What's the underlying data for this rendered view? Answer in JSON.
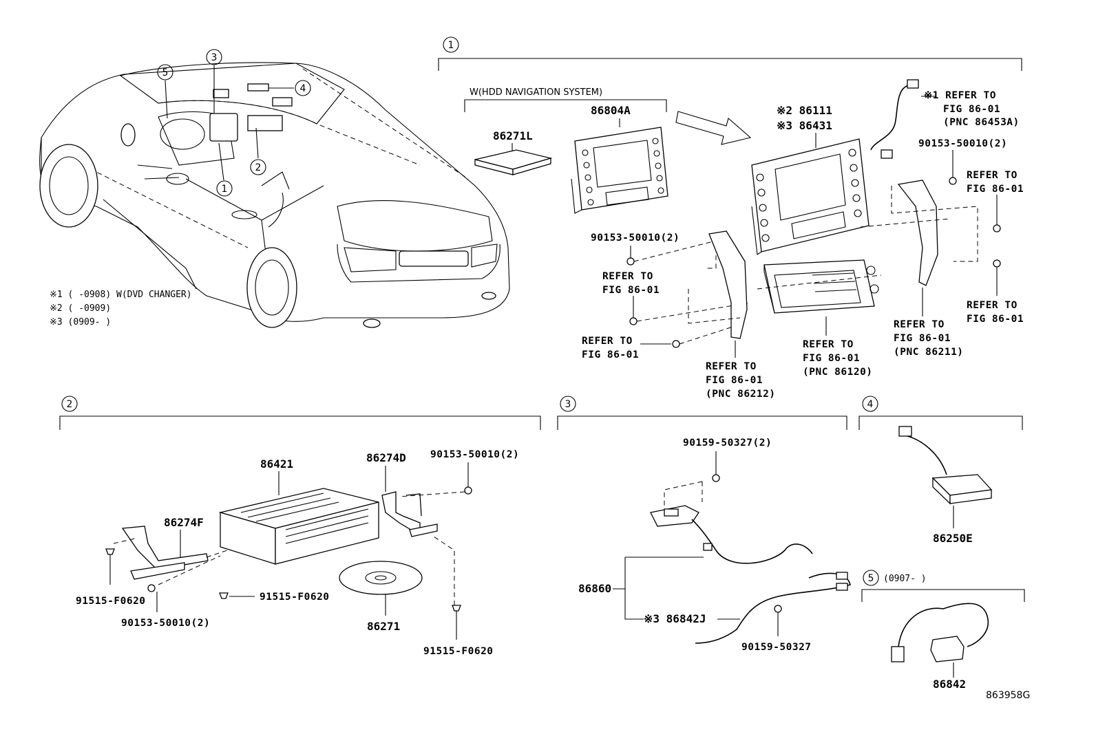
{
  "callouts": {
    "c1": "1",
    "c2": "2",
    "c3": "3",
    "c4": "4",
    "c5": "5"
  },
  "notes": {
    "n1": "※1 (     -0908) W(DVD CHANGER)",
    "n2": "※2 (     -0909)",
    "n3": "※3 (0909-     )"
  },
  "group1": {
    "hdd_label": "W(HDD NAVIGATION SYSTEM)",
    "pn_86271L": "86271L",
    "pn_86804A": "86804A",
    "pn_86111": "※2 86111",
    "pn_86431": "※3 86431",
    "ref1a": "※1 REFER TO",
    "ref1b": "FIG 86-01",
    "ref1c": "(PNC 86453A)",
    "bolt_top_right": "90153-50010(2)",
    "ref_r1a": "REFER TO",
    "ref_r1b": "FIG 86-01",
    "bolt_left": "90153-50010(2)",
    "ref_l1a": "REFER TO",
    "ref_l1b": "FIG 86-01",
    "ref_l2a": "REFER TO",
    "ref_l2b": "FIG 86-01",
    "ref_b1a": "REFER TO",
    "ref_b1b": "FIG 86-01",
    "ref_b1c": "(PNC 86212)",
    "ref_b2a": "REFER TO",
    "ref_b2b": "FIG 86-01",
    "ref_b2c": "(PNC 86120)",
    "ref_b3a": "REFER TO",
    "ref_b3b": "FIG 86-01",
    "ref_b3c": "(PNC 86211)",
    "ref_r2a": "REFER TO",
    "ref_r2b": "FIG 86-01"
  },
  "group2": {
    "pn_86421": "86421",
    "pn_86274D": "86274D",
    "bolt_a": "90153-50010(2)",
    "pn_86274F": "86274F",
    "screw_a": "91515-F0620",
    "screw_b": "91515-F0620",
    "bolt_b": "90153-50010(2)",
    "pn_86271": "86271",
    "screw_c": "91515-F0620"
  },
  "group3": {
    "bolt_a": "90159-50327(2)",
    "pn_86860": "86860",
    "pn_86842J": "※3 86842J",
    "bolt_b": "90159-50327"
  },
  "group4": {
    "pn_86250E": "86250E"
  },
  "group5": {
    "date": "(0907-      )",
    "pn_86842": "86842"
  },
  "figure_id": "863958G"
}
